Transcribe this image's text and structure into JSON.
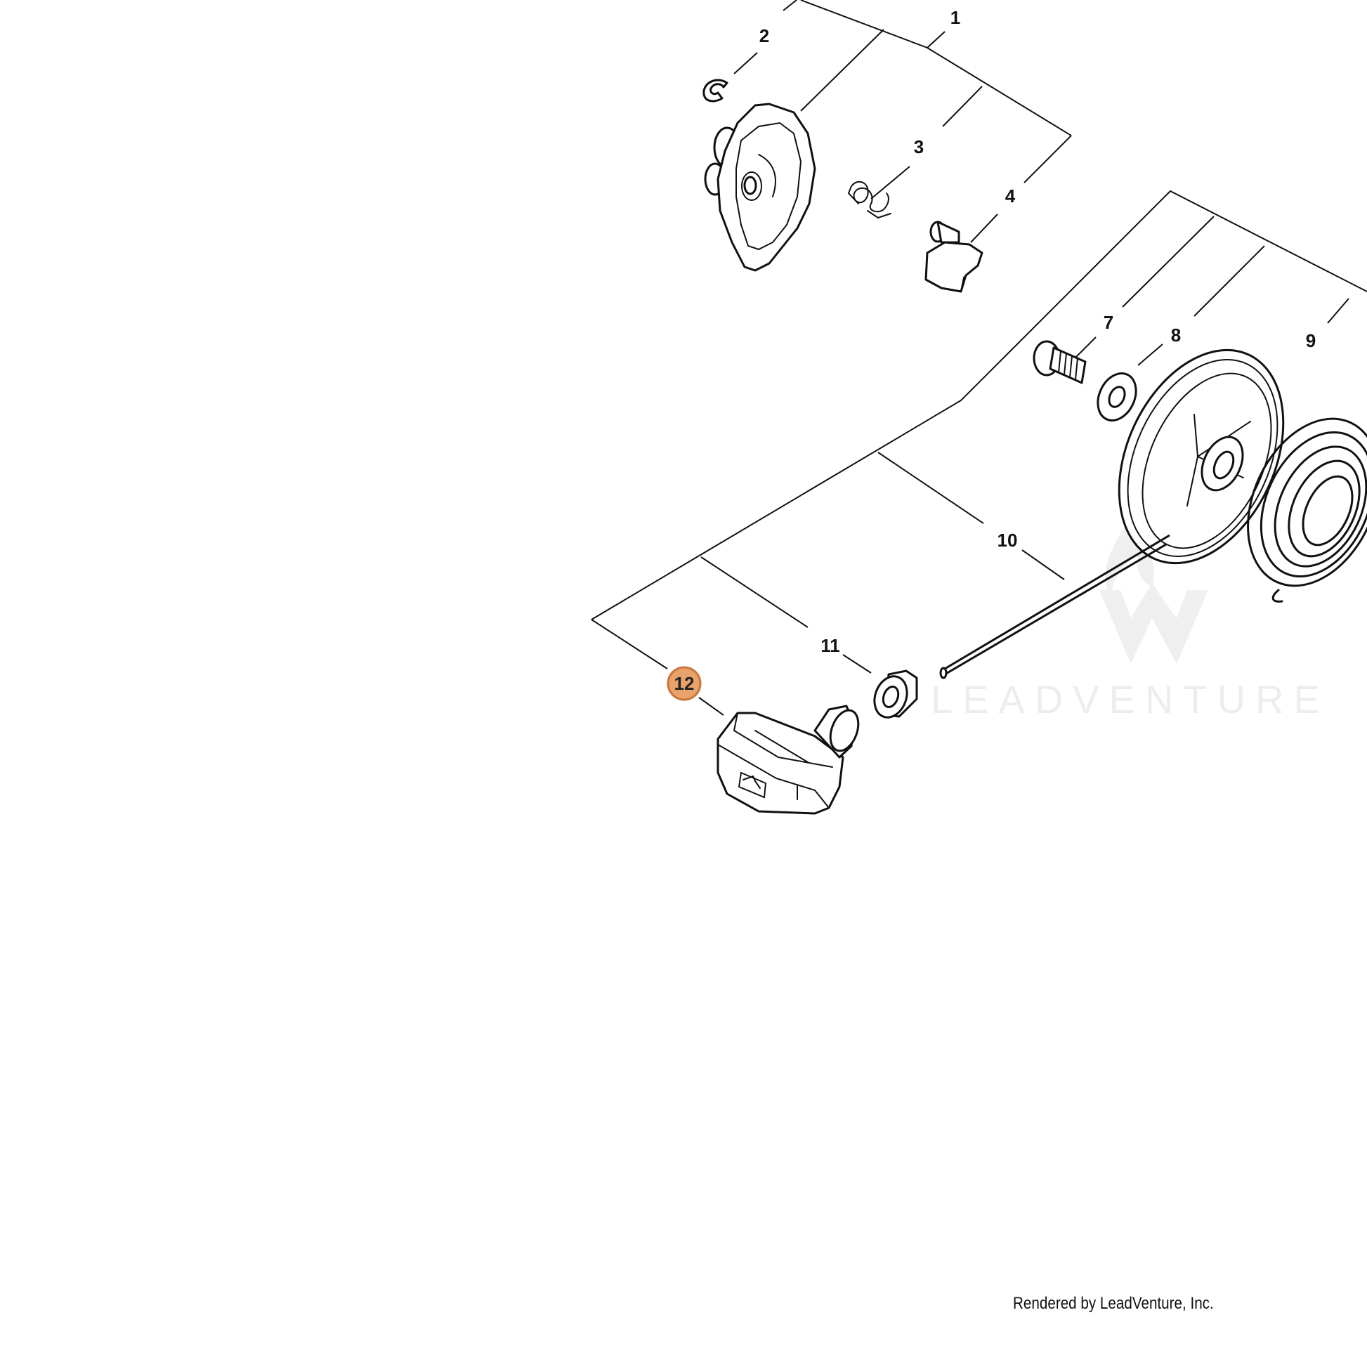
{
  "callouts": [
    {
      "id": "1",
      "label": "1"
    },
    {
      "id": "2",
      "label": "2"
    },
    {
      "id": "3",
      "label": "3"
    },
    {
      "id": "4",
      "label": "4"
    },
    {
      "id": "7",
      "label": "7"
    },
    {
      "id": "8",
      "label": "8"
    },
    {
      "id": "9",
      "label": "9"
    },
    {
      "id": "10",
      "label": "10"
    },
    {
      "id": "11",
      "label": "11"
    },
    {
      "id": "12",
      "label": "12"
    }
  ],
  "highlight": {
    "label": "12",
    "fill_color": "#e8a26a",
    "stroke_color": "#c9773a"
  },
  "watermark": {
    "text": "LEADVENTURE",
    "color": "#ececec"
  },
  "footer": {
    "credit": "Rendered by LeadVenture, Inc."
  }
}
